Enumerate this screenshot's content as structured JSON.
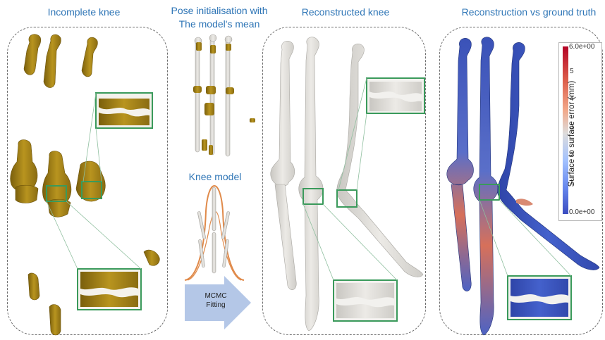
{
  "titles": {
    "incomplete": "Incomplete knee",
    "pose_line1": "Pose initialisation with",
    "pose_line2": "The model's mean",
    "reconstructed": "Reconstructed knee",
    "vs_ground_truth": "Reconstruction vs ground truth",
    "knee_model": "Knee model"
  },
  "arrow": {
    "line1": "MCMC",
    "line2": "Fitting",
    "color": "#b4c7e7"
  },
  "colorbar": {
    "title": "Surface to  surface error (mm)",
    "max_label": "6.0e+00",
    "min_label": "0.0e+00",
    "ticks": [
      "5",
      "4",
      "3",
      "2",
      "1"
    ],
    "range": [
      0,
      6
    ]
  },
  "colors": {
    "title_blue": "#2e75b6",
    "bone_gold": "#a8861c",
    "bone_white": "#e4e2dd",
    "bone_blue": "#3550b8",
    "inset_green": "#3a9a5b",
    "model_curve": "#e08a4a"
  }
}
